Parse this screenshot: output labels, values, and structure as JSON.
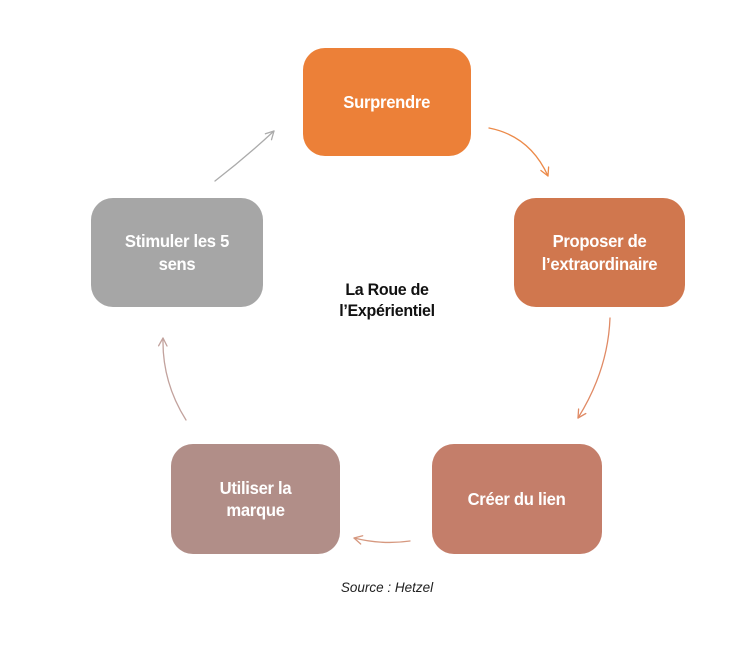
{
  "diagram": {
    "title": {
      "line1": "La Roue de",
      "line2": "l’Expérientiel"
    },
    "source": "Source : Hetzel",
    "node_text_color": "#FFFFFF",
    "background_color": "#FFFFFF",
    "nodes": [
      {
        "id": "surprendre",
        "label": "Surprendre",
        "color": "#EC8038"
      },
      {
        "id": "proposer-extraordinaire",
        "label": "Proposer de l’extraordinaire",
        "color": "#D0774E"
      },
      {
        "id": "creer-du-lien",
        "label": "Créer du lien",
        "color": "#C47E6A"
      },
      {
        "id": "utiliser-la-marque",
        "label": "Utiliser la marque",
        "color": "#B18E88"
      },
      {
        "id": "stimuler-les-5-sens",
        "label": "Stimuler les 5 sens",
        "color": "#A6A6A6"
      }
    ],
    "arrows": [
      {
        "from": "surprendre",
        "to": "proposer-extraordinaire",
        "color": "#EC8A49"
      },
      {
        "from": "proposer-extraordinaire",
        "to": "creer-du-lien",
        "color": "#E08A65"
      },
      {
        "from": "creer-du-lien",
        "to": "utiliser-la-marque",
        "color": "#D6987F"
      },
      {
        "from": "utiliser-la-marque",
        "to": "stimuler-les-5-sens",
        "color": "#C2A29D"
      },
      {
        "from": "stimuler-les-5-sens",
        "to": "surprendre",
        "color": "#ABABAB"
      }
    ]
  }
}
